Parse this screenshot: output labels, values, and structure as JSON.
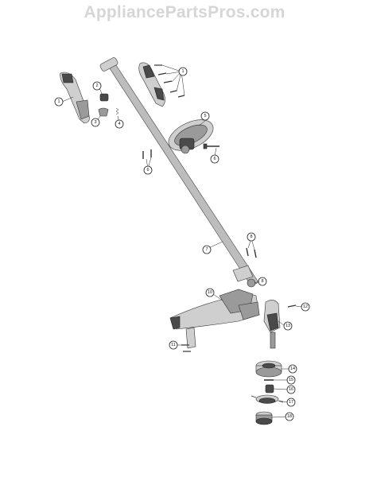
{
  "watermark": "AppliancePartsPros.com",
  "callouts": [
    "1",
    "2",
    "3",
    "4",
    "5",
    "6",
    "7",
    "8",
    "9",
    "10",
    "11",
    "12",
    "13",
    "14",
    "15",
    "16",
    "17",
    "18"
  ]
}
